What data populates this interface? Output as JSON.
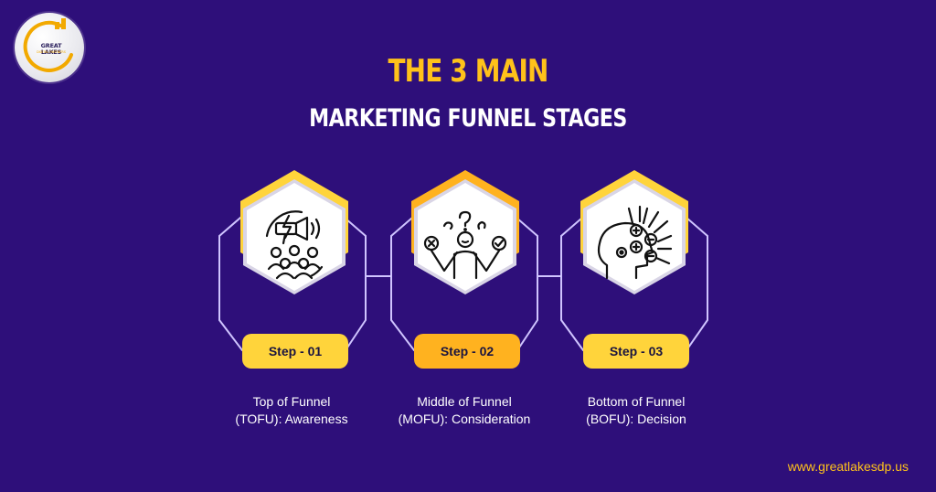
{
  "brand": {
    "logo_title": "GREAT LAKES",
    "logo_subtitle": "DIGITAL PARTNERS",
    "website": "www.greatlakesdp.us"
  },
  "heading": {
    "line1": "THE 3 MAIN",
    "line2": "MARKETING FUNNEL STAGES"
  },
  "colors": {
    "background": "#2e0f7a",
    "accent_yellow": "#ffc21a",
    "step_pill": "#ffd43b",
    "step_pill_active": "#ffb21f",
    "hex_outline": "#cfc4ff"
  },
  "steps": [
    {
      "label": "Step - 01",
      "title_line1": "Top of Funnel",
      "title_line2": "(TOFU): Awareness",
      "icon": "megaphone-audience-icon"
    },
    {
      "label": "Step - 02",
      "title_line1": "Middle of Funnel",
      "title_line2": "(MOFU): Consideration",
      "icon": "person-weighing-options-icon"
    },
    {
      "label": "Step - 03",
      "title_line1": "Bottom of Funnel",
      "title_line2": "(BOFU): Decision",
      "icon": "head-decision-icon"
    }
  ]
}
